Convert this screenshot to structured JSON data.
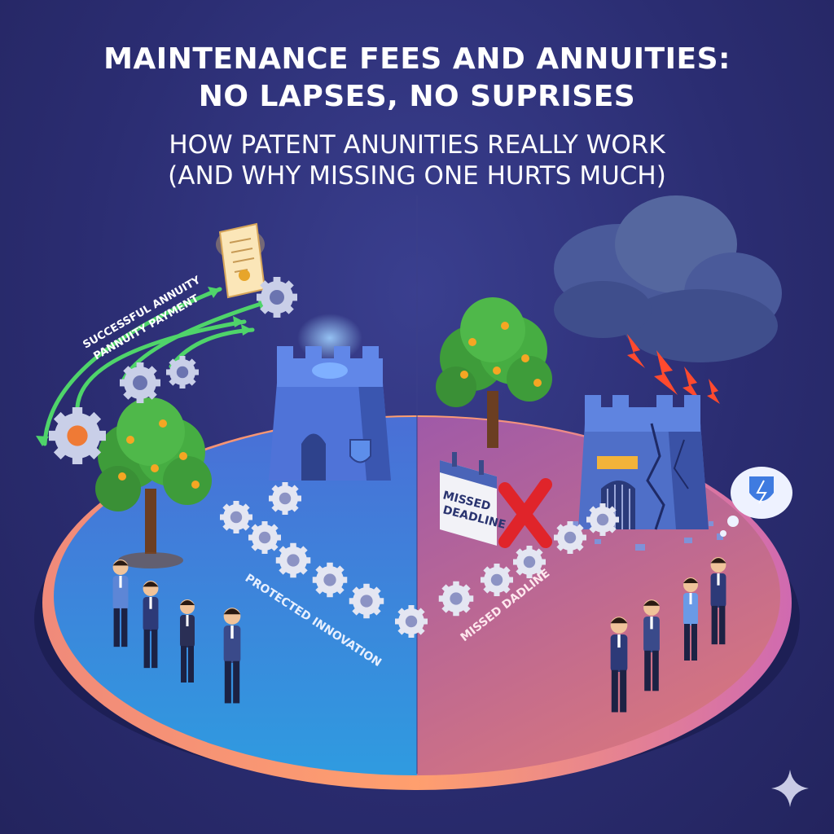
{
  "title": {
    "line1": "MAINTENANCE FEES AND ANNUITIES:",
    "line2": "NO LAPSES, NO SUPRISES"
  },
  "subtitle": {
    "line1": "HOW PATENT ANUNITIES REALLY WORK",
    "line2": "(AND WHY MISSING ONE HURTS MUCH)"
  },
  "labels": {
    "payment_line1": "SUCCESSFUL ANNUITY",
    "payment_line2": "PANNUITY PAYMENT",
    "protected": "PROTECTED INNOVATION",
    "missed_path": "MISSED DADLINE",
    "calendar_line1": "MISSED",
    "calendar_line2": "DEADLINE"
  },
  "colors": {
    "background": "#2b2d6e",
    "platform_left": "#3d6fd8",
    "platform_right": "#c0608f",
    "rim": "#f07a6a",
    "arrow_green": "#4fd46a",
    "x_mark": "#e0242a"
  },
  "icons": [
    "gear-icon",
    "scroll-certificate-icon",
    "calendar-icon",
    "shield-icon",
    "lightning-icon",
    "sparkle-icon"
  ]
}
